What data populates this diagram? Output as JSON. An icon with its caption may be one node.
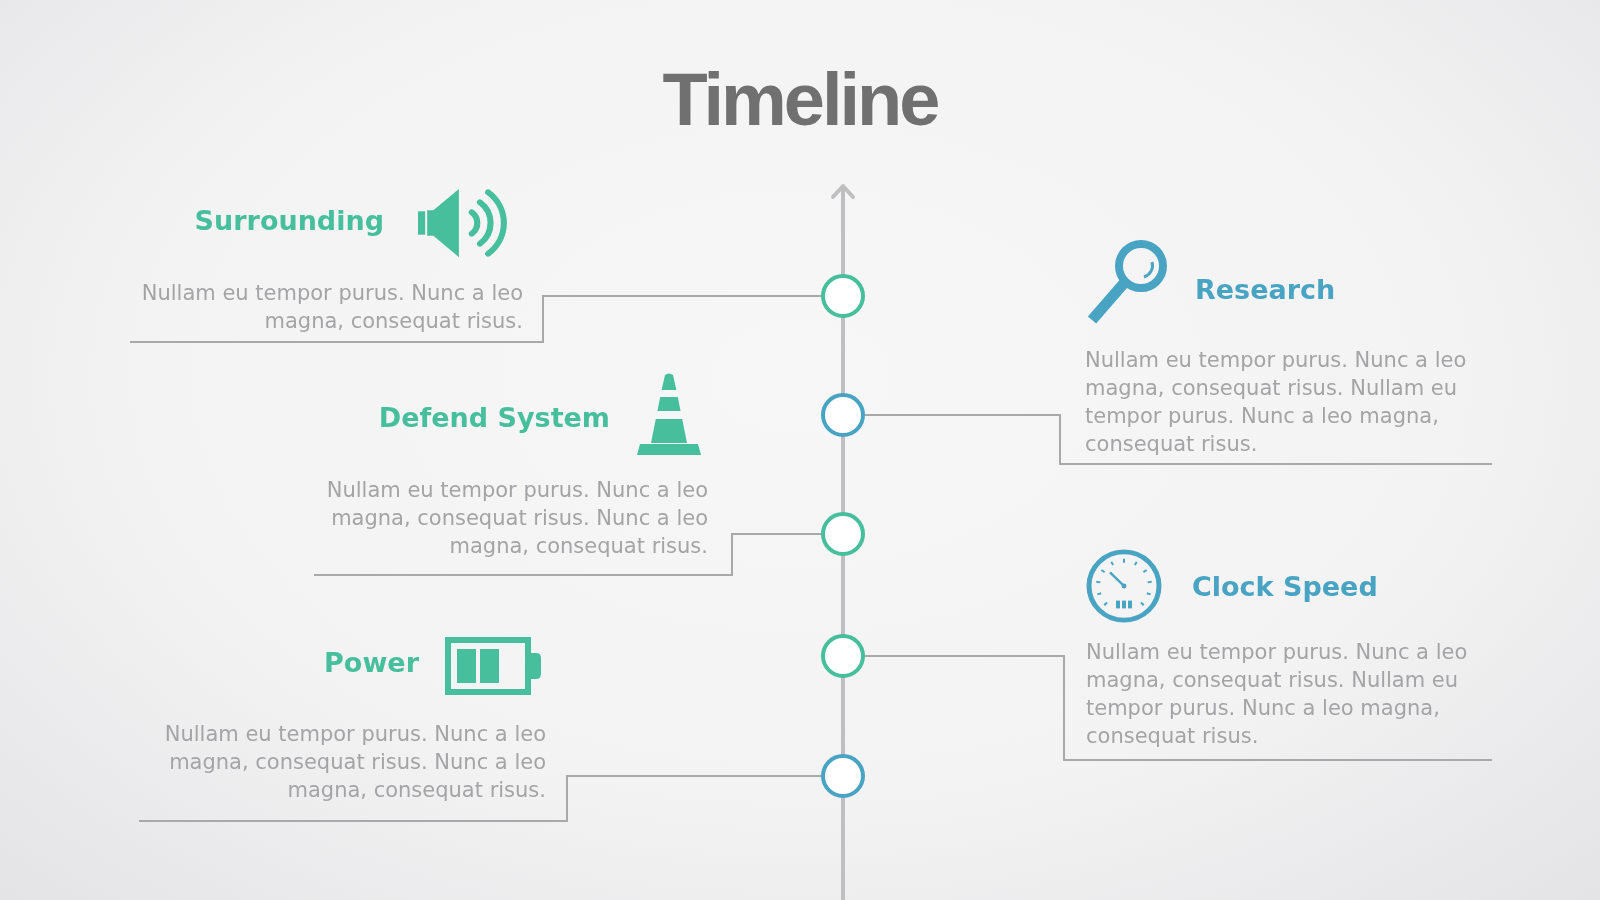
{
  "diagram": {
    "title": "Timeline",
    "nodes": [
      {
        "text": [
          "Surrounding",
          "Nullam eu tempor purus. Nunc a leo magna, consequat risus."
        ]
      },
      {
        "text": [
          "Research",
          "Nullam eu tempor purus. Nunc a leo magna, consequat risus. Nullam eu tempor purus. Nunc a leo magna, consequat risus."
        ]
      },
      {
        "text": [
          "Defend System",
          "Nullam eu tempor purus. Nunc a leo magna, consequat risus. Nunc a leo magna, consequat risus."
        ]
      },
      {
        "text": [
          "Clock Speed",
          "Nullam eu tempor purus. Nunc a leo magna, consequat risus. Nullam eu tempor purus. Nunc a leo magna, consequat risus."
        ]
      },
      {
        "text": [
          "Power",
          "Nullam eu tempor purus. Nunc a leo magna, consequat risus. Nunc a leo magna, consequat risus."
        ]
      },
      {
        "text": [],
        "shape": "circle"
      },
      {
        "text": [],
        "shape": "circle"
      },
      {
        "text": [],
        "shape": "circle"
      },
      {
        "text": [],
        "shape": "circle"
      },
      {
        "text": [],
        "shape": "circle"
      }
    ],
    "edges": [
      {
        "from": 5,
        "to": 0,
        "arrow": "none"
      },
      {
        "from": 6,
        "to": 1,
        "arrow": "none"
      },
      {
        "from": 7,
        "to": 2,
        "arrow": "none"
      },
      {
        "from": 8,
        "to": 3,
        "arrow": "none"
      },
      {
        "from": 9,
        "to": 4,
        "arrow": "none"
      }
    ]
  }
}
